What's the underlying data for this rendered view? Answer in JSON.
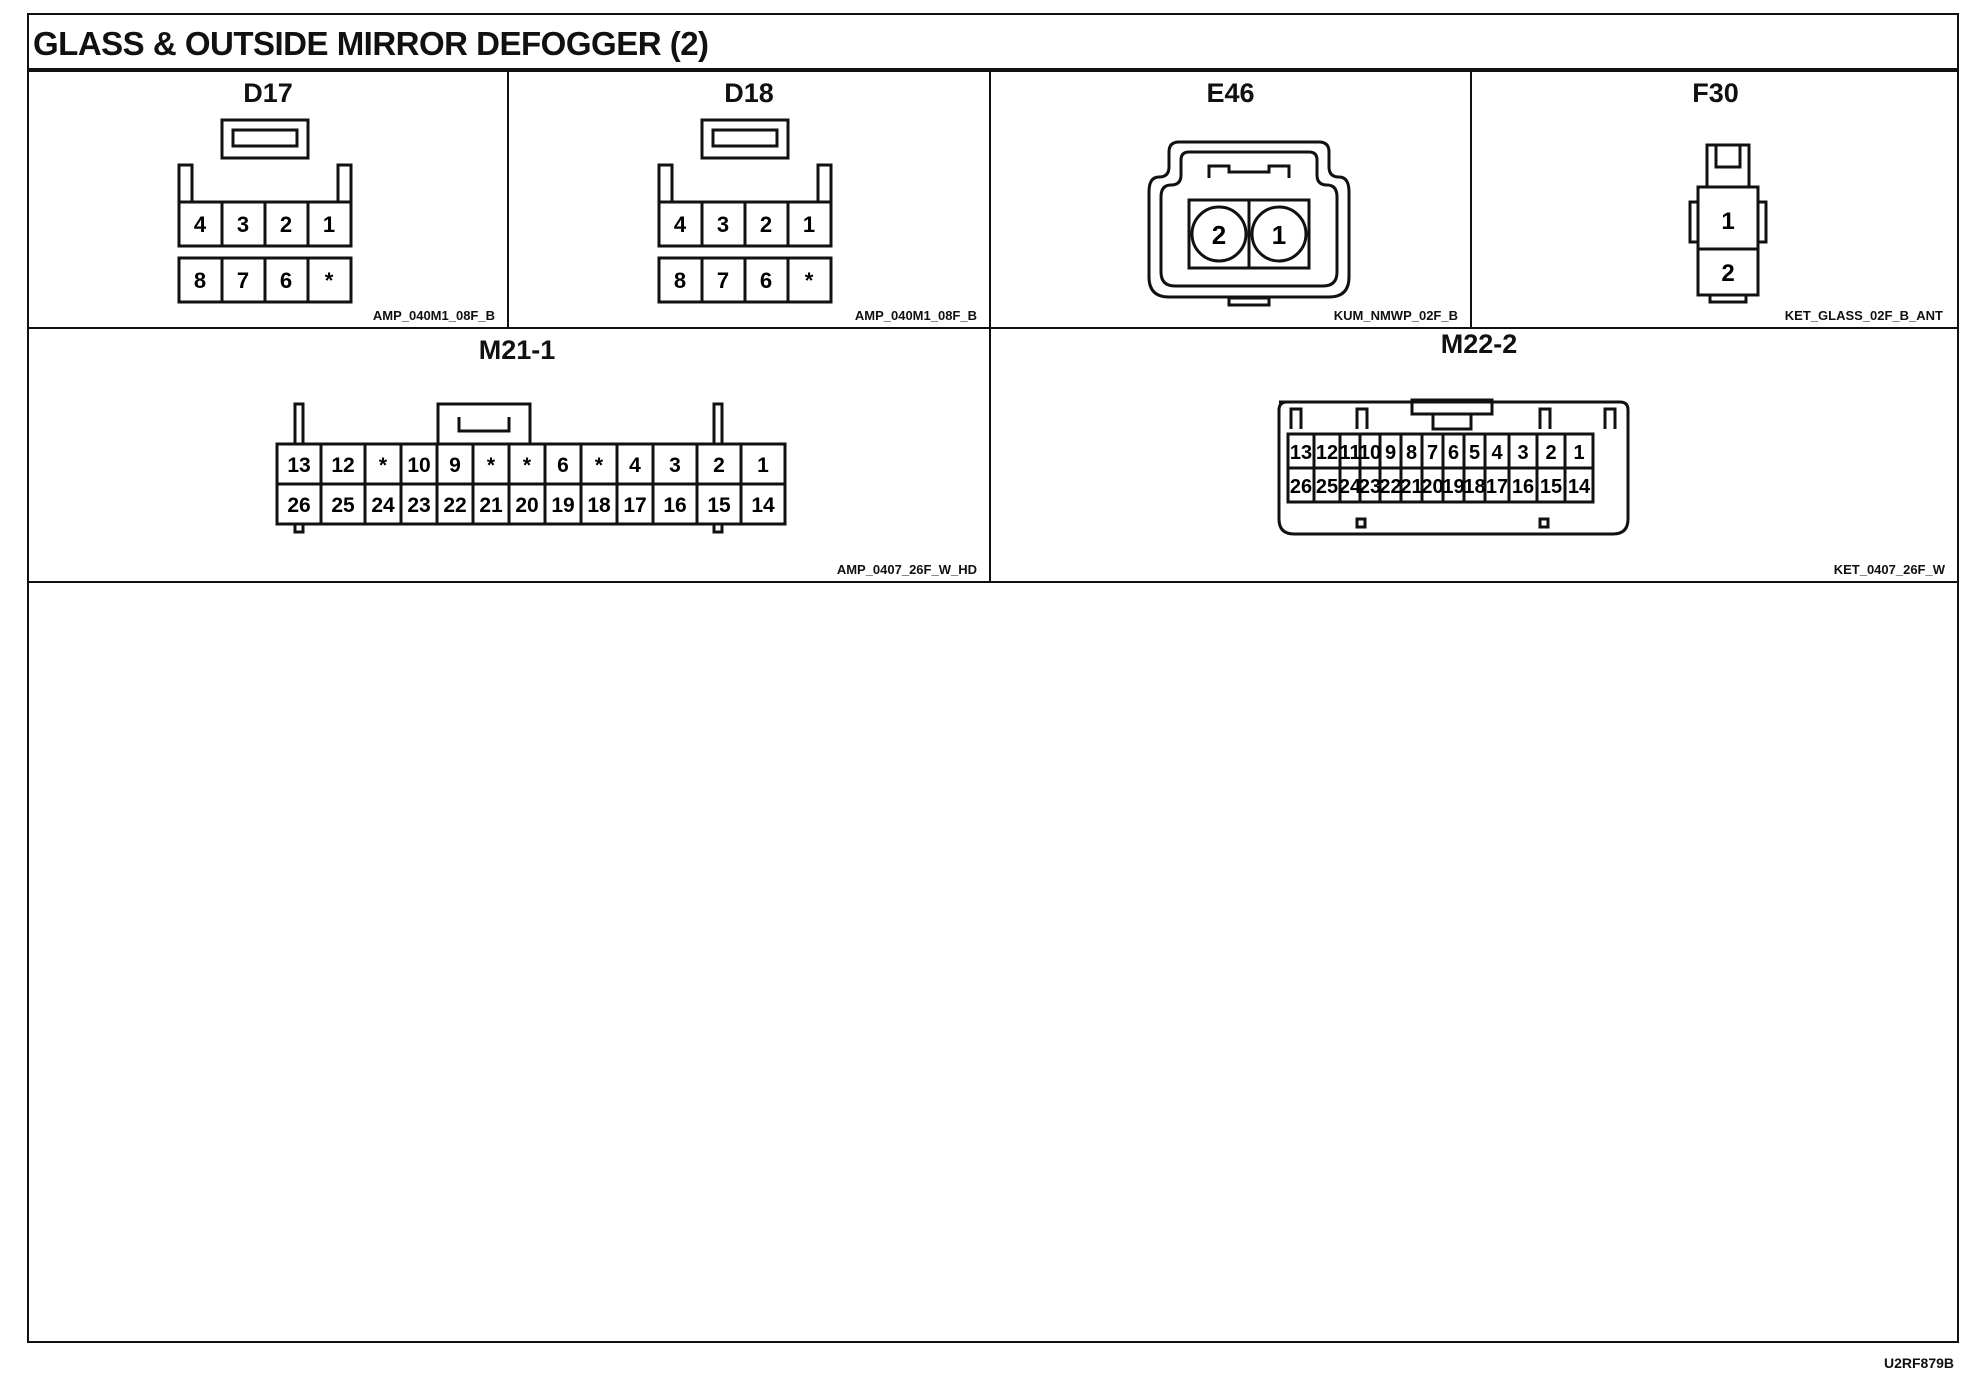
{
  "title": "GLASS & OUTSIDE MIRROR DEFOGGER (2)",
  "connectors": {
    "d17": {
      "name": "D17",
      "code": "AMP_040M1_08F_B",
      "top_pins": [
        "4",
        "3",
        "2",
        "1"
      ],
      "bottom_pins": [
        "8",
        "7",
        "6",
        "*"
      ]
    },
    "d18": {
      "name": "D18",
      "code": "AMP_040M1_08F_B",
      "top_pins": [
        "4",
        "3",
        "2",
        "1"
      ],
      "bottom_pins": [
        "8",
        "7",
        "6",
        "*"
      ]
    },
    "e46": {
      "name": "E46",
      "code": "KUM_NMWP_02F_B",
      "pins": [
        "2",
        "1"
      ]
    },
    "f30": {
      "name": "F30",
      "code": "KET_GLASS_02F_B_ANT",
      "pins": [
        "1",
        "2"
      ]
    },
    "m21_1": {
      "name": "M21-1",
      "code": "AMP_0407_26F_W_HD",
      "top_pins": [
        "13",
        "12",
        "*",
        "10",
        "9",
        "*",
        "*",
        "6",
        "*",
        "4",
        "3",
        "2",
        "1"
      ],
      "bottom_pins": [
        "26",
        "25",
        "24",
        "23",
        "22",
        "21",
        "20",
        "19",
        "18",
        "17",
        "16",
        "15",
        "14"
      ]
    },
    "m22_2": {
      "name": "M22-2",
      "code": "KET_0407_26F_W",
      "top_pins": [
        "13",
        "12",
        "11",
        "10",
        "9",
        "8",
        "7",
        "6",
        "5",
        "4",
        "3",
        "2",
        "1"
      ],
      "bottom_pins": [
        "26",
        "25",
        "24",
        "23",
        "22",
        "21",
        "20",
        "19",
        "18",
        "17",
        "16",
        "15",
        "14"
      ]
    }
  },
  "footer_ref": "U2RF879B"
}
